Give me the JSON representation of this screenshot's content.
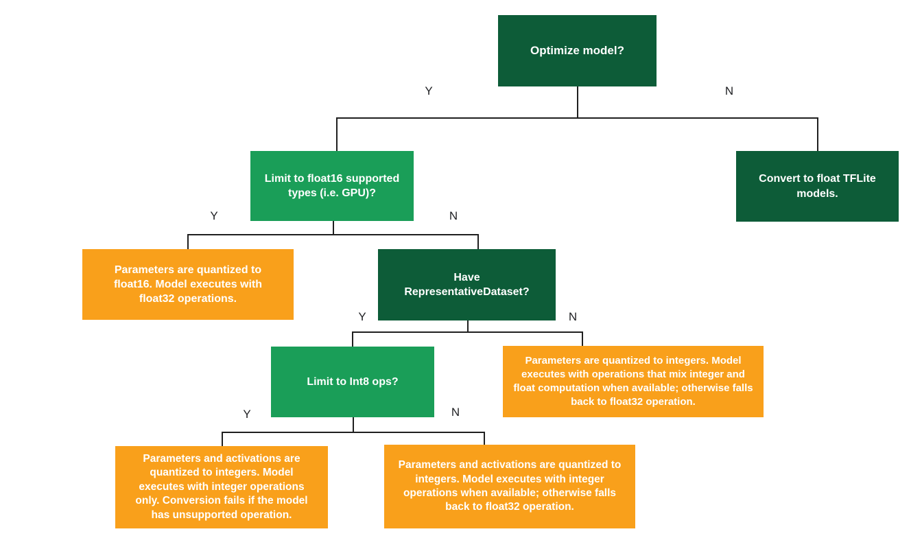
{
  "flowchart": {
    "nodes": {
      "optimize": {
        "label": "Optimize model?"
      },
      "limit_float16": {
        "label": "Limit to float16 supported types (i.e. GPU)?"
      },
      "convert_float": {
        "label": "Convert to float TFLite models."
      },
      "float16_result": {
        "label": "Parameters are quantized to float16. Model executes with float32 operations."
      },
      "have_dataset": {
        "label": "Have RepresentativeDataset?"
      },
      "limit_int8": {
        "label": "Limit to Int8 ops?"
      },
      "mixed_result": {
        "label": "Parameters are quantized to integers. Model executes with operations that mix integer and float computation when available; otherwise falls back to float32 operation."
      },
      "int8_only_result": {
        "label": "Parameters and activations are quantized to integers. Model executes with integer operations only. Conversion fails if the model has unsupported operation."
      },
      "int8_fallback_result": {
        "label": "Parameters and activations are quantized to integers. Model executes with integer operations when available; otherwise falls back to float32 operation."
      }
    },
    "branch_labels": {
      "yes": "Y",
      "no": "N"
    },
    "colors": {
      "dark_green": "#0d5c38",
      "green": "#1a9e58",
      "orange": "#f9a01b",
      "line": "#1f1f1f",
      "box_text": "#ffffff",
      "background": "#ffffff"
    }
  }
}
